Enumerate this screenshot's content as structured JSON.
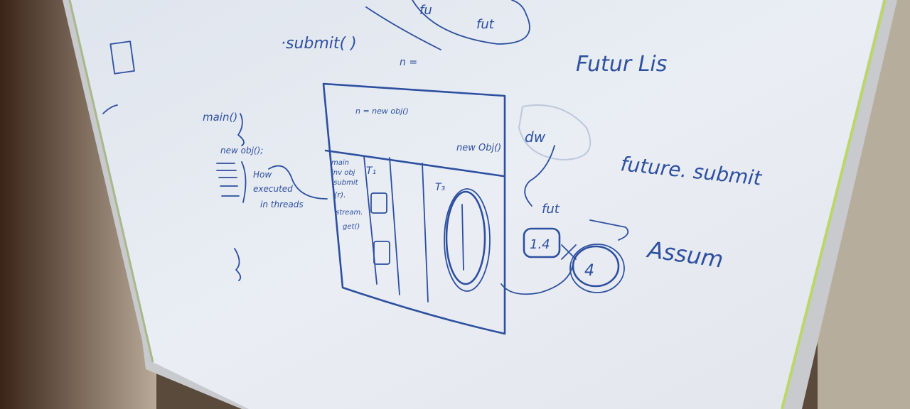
{
  "whiteboard": {
    "notes": {
      "submit_call": "·submit( )",
      "future_list": "Futur Lis",
      "future_submit": "future. submit",
      "main": "main()",
      "new_obj": "new obj();",
      "how_executed": "How",
      "how_executed_2": "executed",
      "how_executed_3": "in threads",
      "t1": "T₁",
      "t3": "T₃",
      "main_col_1": "main",
      "main_col_2": "inv obj",
      "main_col_3": "·submit",
      "main_col_4": "(r).",
      "main_col_5": "stream.",
      "main_col_6": "get()",
      "n_assign": "n = new obj()",
      "new_obj_right": "new Obj()",
      "future_side": "fut",
      "dw": "dw",
      "assum": "Assum",
      "n_eq": "n =",
      "top_right_1": "fu",
      "top_right_2": "fut",
      "box_left": "1.4",
      "box_right": "4"
    }
  },
  "colors": {
    "ink": "#2d4fa0",
    "board": "#e8ecf2",
    "frame": "#c9cbcf",
    "wall": "#5a4a3c",
    "trim": "#b9d46a"
  }
}
